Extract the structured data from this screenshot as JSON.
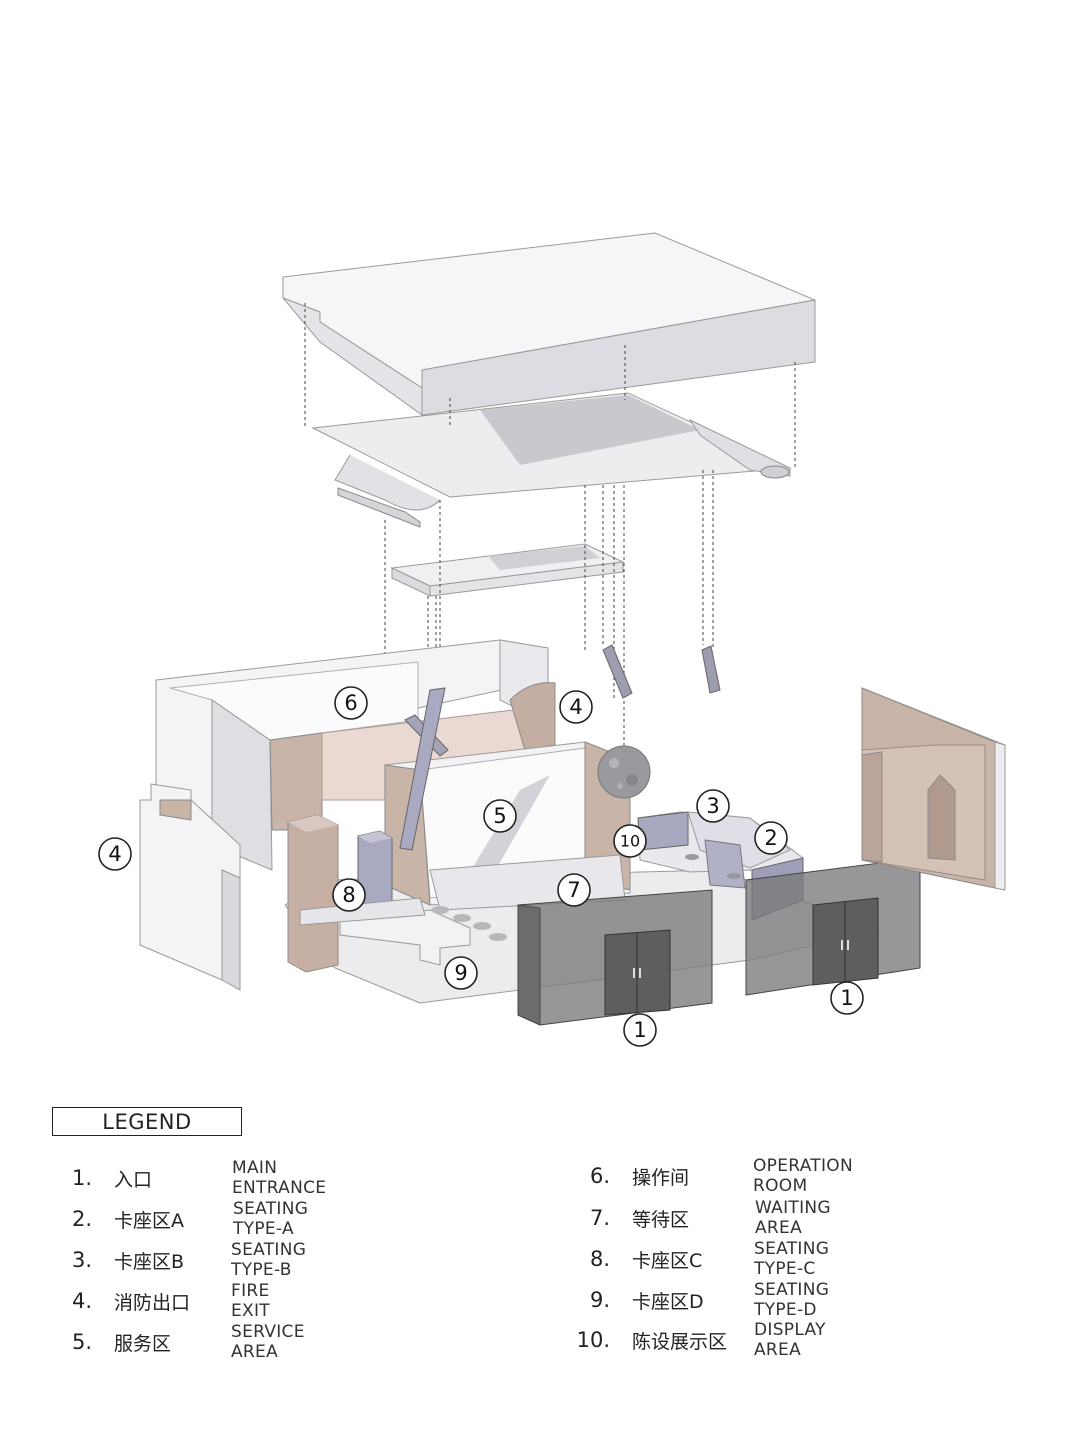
{
  "colors": {
    "white_face": "#f3f3f5",
    "shade_face": "#c9c9cf",
    "wood": "#c9b5a8",
    "glass": "#7a7a7c",
    "lavender": "#a9a9c2"
  },
  "callouts": [
    {
      "id": "c6",
      "label": "6"
    },
    {
      "id": "c4a",
      "label": "4"
    },
    {
      "id": "c4b",
      "label": "4"
    },
    {
      "id": "c5",
      "label": "5"
    },
    {
      "id": "c3",
      "label": "3"
    },
    {
      "id": "c2",
      "label": "2"
    },
    {
      "id": "c10",
      "label": "10"
    },
    {
      "id": "c7",
      "label": "7"
    },
    {
      "id": "c8",
      "label": "8"
    },
    {
      "id": "c9",
      "label": "9"
    },
    {
      "id": "c1a",
      "label": "1"
    },
    {
      "id": "c1b",
      "label": "1"
    }
  ],
  "legend": {
    "title": "LEGEND",
    "items": [
      {
        "num": "1.",
        "cn": "入口",
        "en": "MAIN ENTRANCE"
      },
      {
        "num": "2.",
        "cn": "卡座区A",
        "en": "SEATING TYPE-A"
      },
      {
        "num": "3.",
        "cn": "卡座区B",
        "en": "SEATING TYPE-B"
      },
      {
        "num": "4.",
        "cn": "消防出口",
        "en": "FIRE EXIT"
      },
      {
        "num": "5.",
        "cn": "服务区",
        "en": "SERVICE AREA"
      },
      {
        "num": "6.",
        "cn": "操作间",
        "en": "OPERATION ROOM"
      },
      {
        "num": "7.",
        "cn": "等待区",
        "en": "WAITING AREA"
      },
      {
        "num": "8.",
        "cn": "卡座区C",
        "en": "SEATING TYPE-C"
      },
      {
        "num": "9.",
        "cn": "卡座区D",
        "en": "SEATING TYPE-D"
      },
      {
        "num": "10.",
        "cn": "陈设展示区",
        "en": "DISPLAY AREA"
      }
    ]
  }
}
